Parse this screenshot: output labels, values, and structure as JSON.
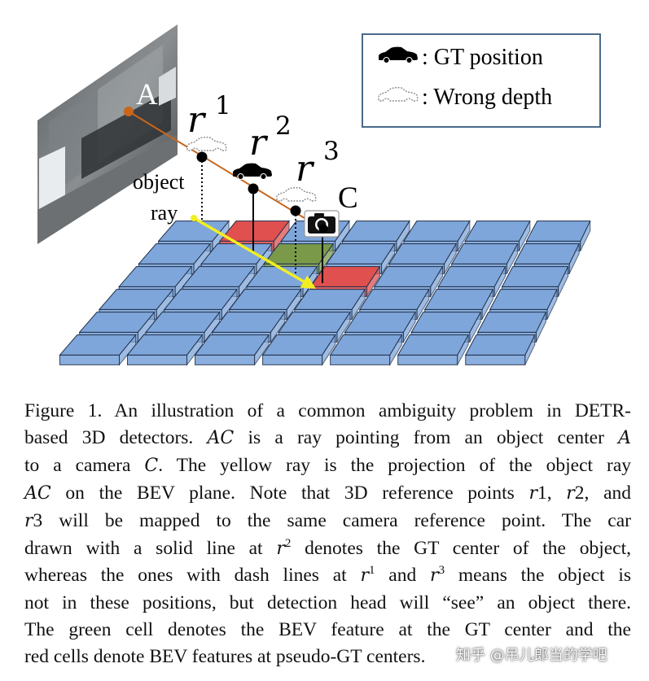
{
  "figure": {
    "legend": {
      "gt_label": ": GT position",
      "wrong_label": ": Wrong depth"
    },
    "labels": {
      "point_a": "A",
      "point_c": "C",
      "r1_base": "r",
      "r1_sup": "1",
      "r2_base": "r",
      "r2_sup": "2",
      "r3_base": "r",
      "r3_sup": "3",
      "object_ray_line1": "object",
      "object_ray_line2": "ray"
    },
    "colors": {
      "bev_cell": "#7ea6da",
      "bev_cell_edge": "#1f2f4a",
      "red_cell": "#e0504f",
      "green_cell": "#7a9a4a",
      "ray_orange": "#c8661c",
      "bev_projection_yellow": "#f2ee22",
      "legend_border": "#4a6a8a"
    },
    "icons": [
      "car-solid-icon",
      "car-dashed-icon",
      "camera-icon"
    ]
  },
  "caption": {
    "l1": "Figure 1. An illustration of a common ambiguity problem in DETR-",
    "l2a": "based 3D detectors.",
    "l2b": "AC",
    "l2c": "is a ray pointing from an object center",
    "l2d": "A",
    "l3a": "to a camera",
    "l3b": "C",
    "l3c": ". The yellow ray is the projection of the object ray",
    "l4a": "AC",
    "l4b": "on the BEV plane. Note that 3D reference points",
    "l4c": "r",
    "l4d": "1,",
    "l4e": "r",
    "l4f": "2, and",
    "l5a": "r",
    "l5b": "3 will be mapped to the same camera reference point. The car",
    "l6a": "drawn with a solid line at",
    "l6b": "r",
    "l6c": "2",
    "l6d": "denotes the GT center of the object,",
    "l7a": "whereas the ones with dash lines at",
    "l7b": "r",
    "l7c": "1",
    "l7d": "and",
    "l7e": "r",
    "l7f": "3",
    "l7g": "means the object is",
    "l8": "not in these positions, but detection head will “see” an object there.",
    "l9": "The green cell denotes the BEV feature at the GT center and the",
    "l10": "red cells denote BEV features at pseudo-GT centers."
  },
  "watermark": "知乎 @吊儿郎当的学吧"
}
